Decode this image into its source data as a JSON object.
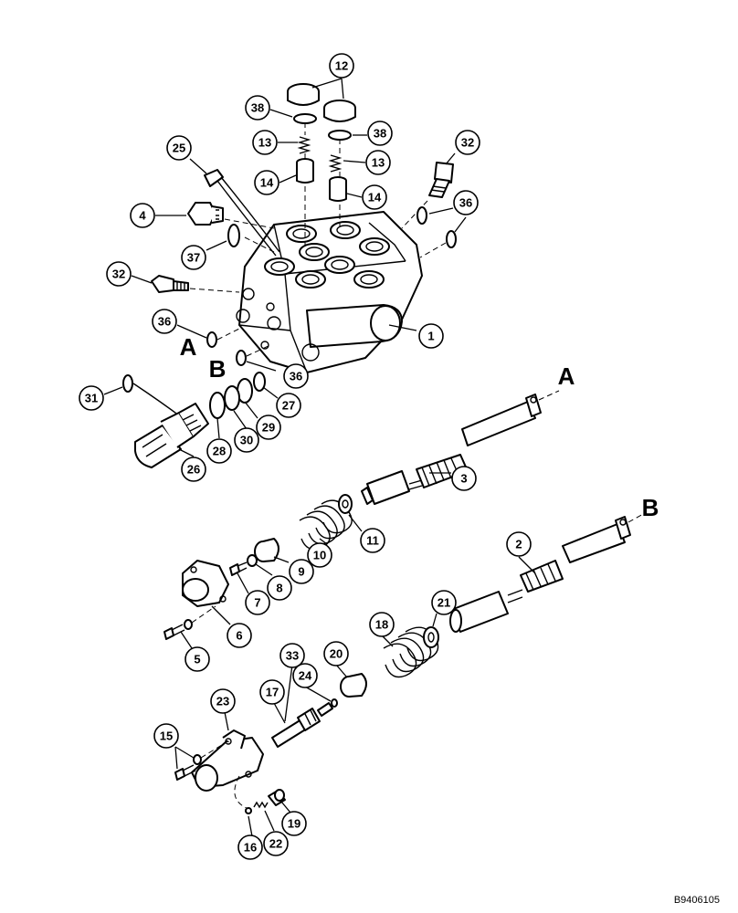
{
  "diagram": {
    "type": "exploded parts diagram",
    "reference_code": "B9406105",
    "callouts": [
      "1",
      "2",
      "3",
      "4",
      "5",
      "6",
      "7",
      "8",
      "9",
      "10",
      "11",
      "12",
      "13",
      "13",
      "14",
      "14",
      "15",
      "16",
      "17",
      "18",
      "19",
      "20",
      "21",
      "22",
      "23",
      "24",
      "25",
      "26",
      "27",
      "28",
      "29",
      "30",
      "31",
      "32",
      "32",
      "33",
      "36",
      "36",
      "36",
      "37",
      "38",
      "38"
    ],
    "connection_letters": [
      "A",
      "B"
    ]
  }
}
